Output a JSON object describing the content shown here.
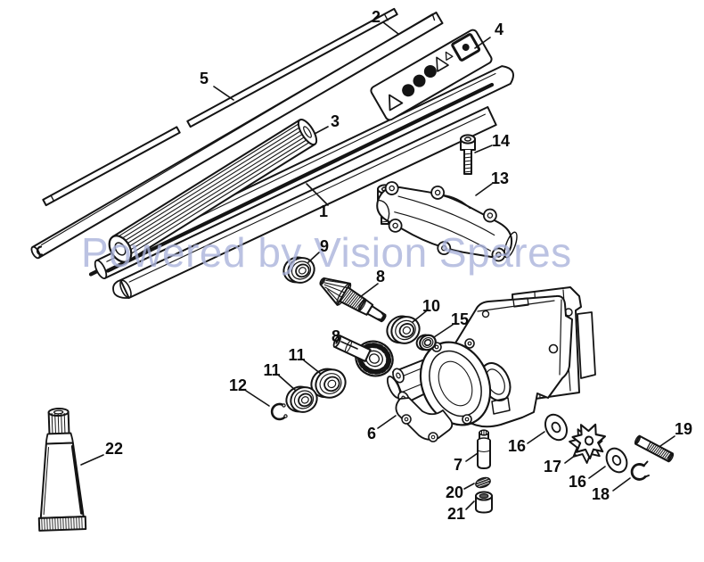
{
  "watermark": {
    "text": "Powered by Vision Spares",
    "color": "#a9b2da"
  },
  "diagram": {
    "background": "#ffffff",
    "line_color": "#141414",
    "labels": {
      "p1": "1",
      "p2": "2",
      "p3": "3",
      "p4": "4",
      "p5": "5",
      "p6": "6",
      "p7": "7",
      "p8a": "8",
      "p8b": "8",
      "p9": "9",
      "p10": "10",
      "p11a": "11",
      "p11b": "11",
      "p12": "12",
      "p13": "13",
      "p14": "14",
      "p15": "15",
      "p16a": "16",
      "p16b": "16",
      "p17": "17",
      "p18": "18",
      "p19": "19",
      "p20": "20",
      "p21": "21",
      "p22": "22"
    }
  }
}
